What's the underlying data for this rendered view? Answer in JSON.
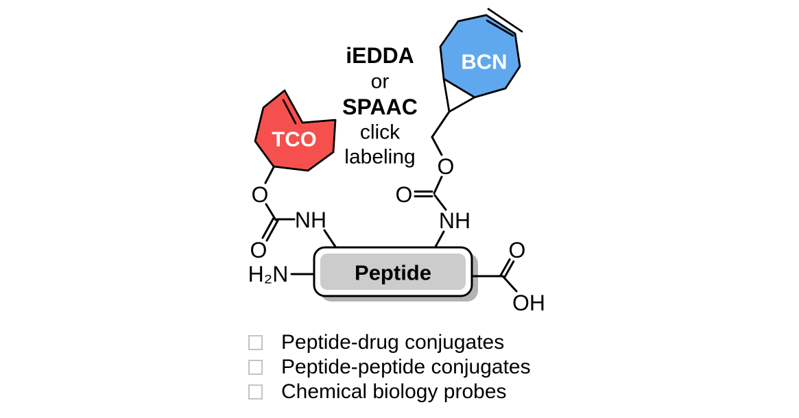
{
  "reaction_label": {
    "iedda": "iEDDA",
    "or": "or",
    "spaac": "SPAAC",
    "click": "click",
    "labeling": "labeling",
    "iedda_color": "#e81717",
    "spaac_color": "#1280ec"
  },
  "molecules": {
    "tco": {
      "label": "TCO",
      "fill": "#f5504d"
    },
    "bcn": {
      "label": "BCN",
      "fill": "#5fa8ee"
    },
    "peptide": {
      "label": "Peptide",
      "fill": "#cccccc",
      "shadow_color": "#b3b3b3"
    }
  },
  "atoms": {
    "tco_ester_o": "O",
    "tco_carbonyl_o": "O",
    "tco_nh": "NH",
    "bcn_ester_o": "O",
    "bcn_carbonyl_o": "O",
    "bcn_nh": "NH",
    "amine": "H₂N",
    "acid_carbonyl_o": "O",
    "acid_oh": "OH"
  },
  "applications": {
    "items": [
      "Peptide-drug conjugates",
      "Peptide-peptide conjugates",
      "Chemical biology probes"
    ]
  }
}
